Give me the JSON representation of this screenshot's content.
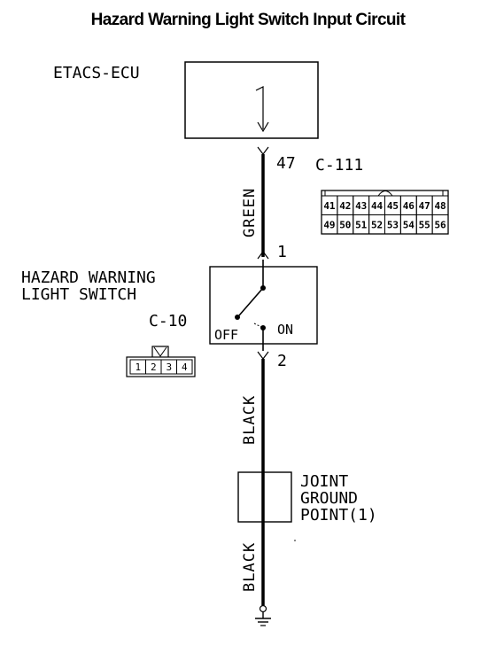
{
  "title": "Hazard Warning Light Switch Input Circuit",
  "ecu": {
    "label": "ETACS-ECU",
    "pin": "47"
  },
  "connector_c111": {
    "label": "C-111",
    "row1": [
      "41",
      "42",
      "43",
      "44",
      "45",
      "46",
      "47",
      "48"
    ],
    "row2": [
      "49",
      "50",
      "51",
      "52",
      "53",
      "54",
      "55",
      "56"
    ]
  },
  "wire_top": {
    "color": "GREEN"
  },
  "switch": {
    "label_line1": "HAZARD WARNING",
    "label_line2": "LIGHT SWITCH",
    "pin_top": "1",
    "pin_bottom": "2",
    "off_label": "OFF",
    "on_label": "ON"
  },
  "connector_c10": {
    "label": "C-10",
    "pins": [
      "1",
      "2",
      "3",
      "4"
    ]
  },
  "wire_mid": {
    "color": "BLACK"
  },
  "ground_point": {
    "line1": "JOINT",
    "line2": "GROUND",
    "line3": "POINT(1)"
  },
  "wire_bottom": {
    "color": "BLACK"
  }
}
